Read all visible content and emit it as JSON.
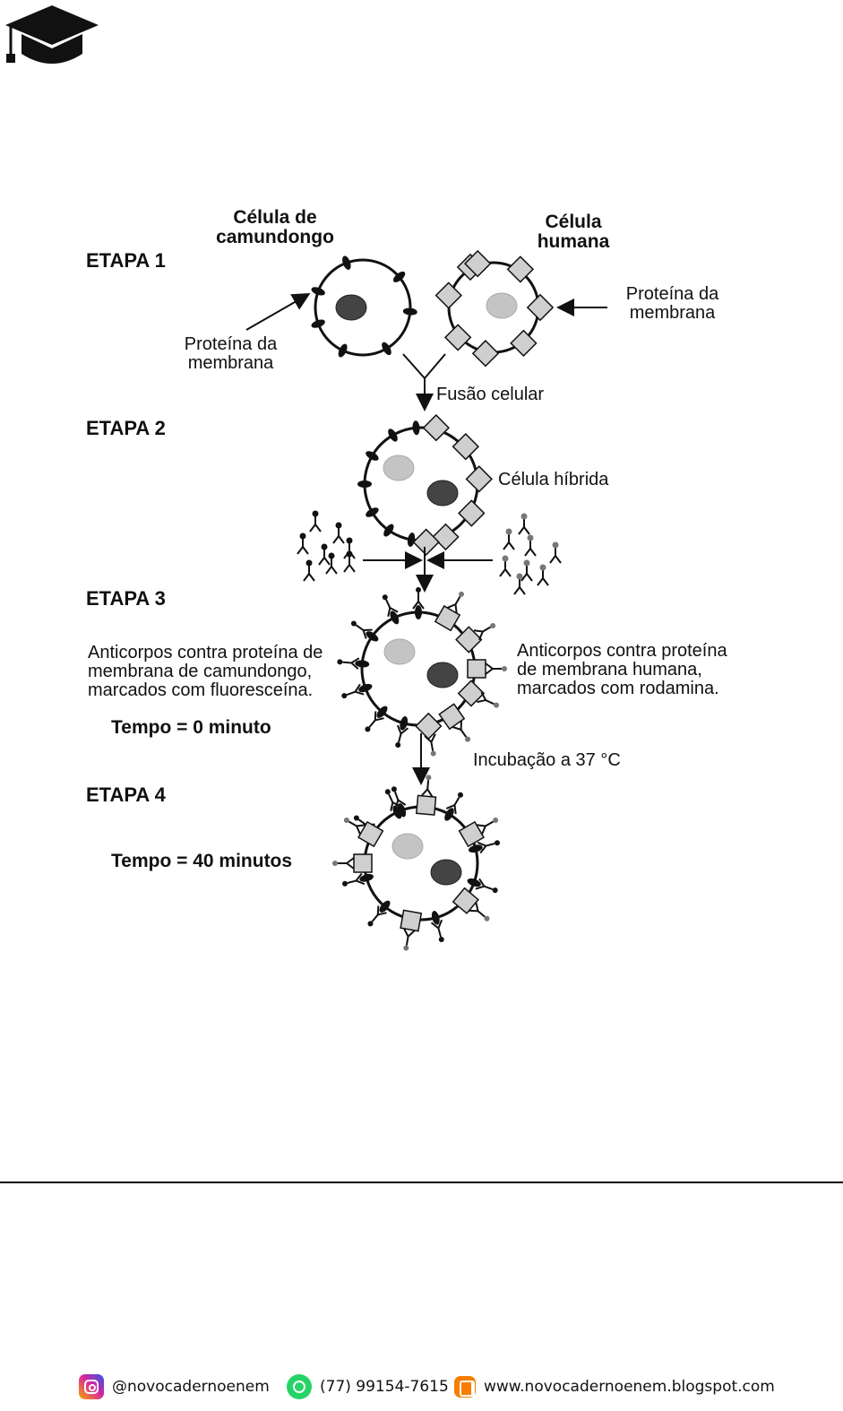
{
  "header": {
    "logo_icon": "graduation-cap-icon"
  },
  "diagram": {
    "stages": [
      "ETAPA 1",
      "ETAPA 2",
      "ETAPA 3",
      "ETAPA 4"
    ],
    "mouse_cell_title": [
      "Célula de",
      "camundongo"
    ],
    "human_cell_title": [
      "Célula",
      "humana"
    ],
    "mouse_protein_label": [
      "Proteína da",
      "membrana"
    ],
    "human_protein_label": [
      "Proteína da",
      "membrana"
    ],
    "fusion_label": "Fusão celular",
    "hybrid_label": "Célula híbrida",
    "antibody_mouse_label": [
      "Anticorpos contra proteína de",
      "membrana de camundongo,",
      "marcados com fluoresceína."
    ],
    "antibody_human_label": [
      "Anticorpos contra proteína",
      "de membrana humana,",
      "marcados com rodamina."
    ],
    "time0": "Tempo = 0 minuto",
    "incubation": "Incubação a 37 °C",
    "time40": "Tempo = 40 minutos"
  },
  "footer": {
    "instagram": "@novocadernoenem",
    "whatsapp": "(77) 99154-7615",
    "blog": "www.novocadernoenem.blogspot.com",
    "icons": [
      "instagram-icon",
      "whatsapp-icon",
      "blogger-icon"
    ]
  },
  "colors": {
    "instagram": "#d6249f",
    "whatsapp": "#25d366",
    "blogger": "#f57d00"
  }
}
